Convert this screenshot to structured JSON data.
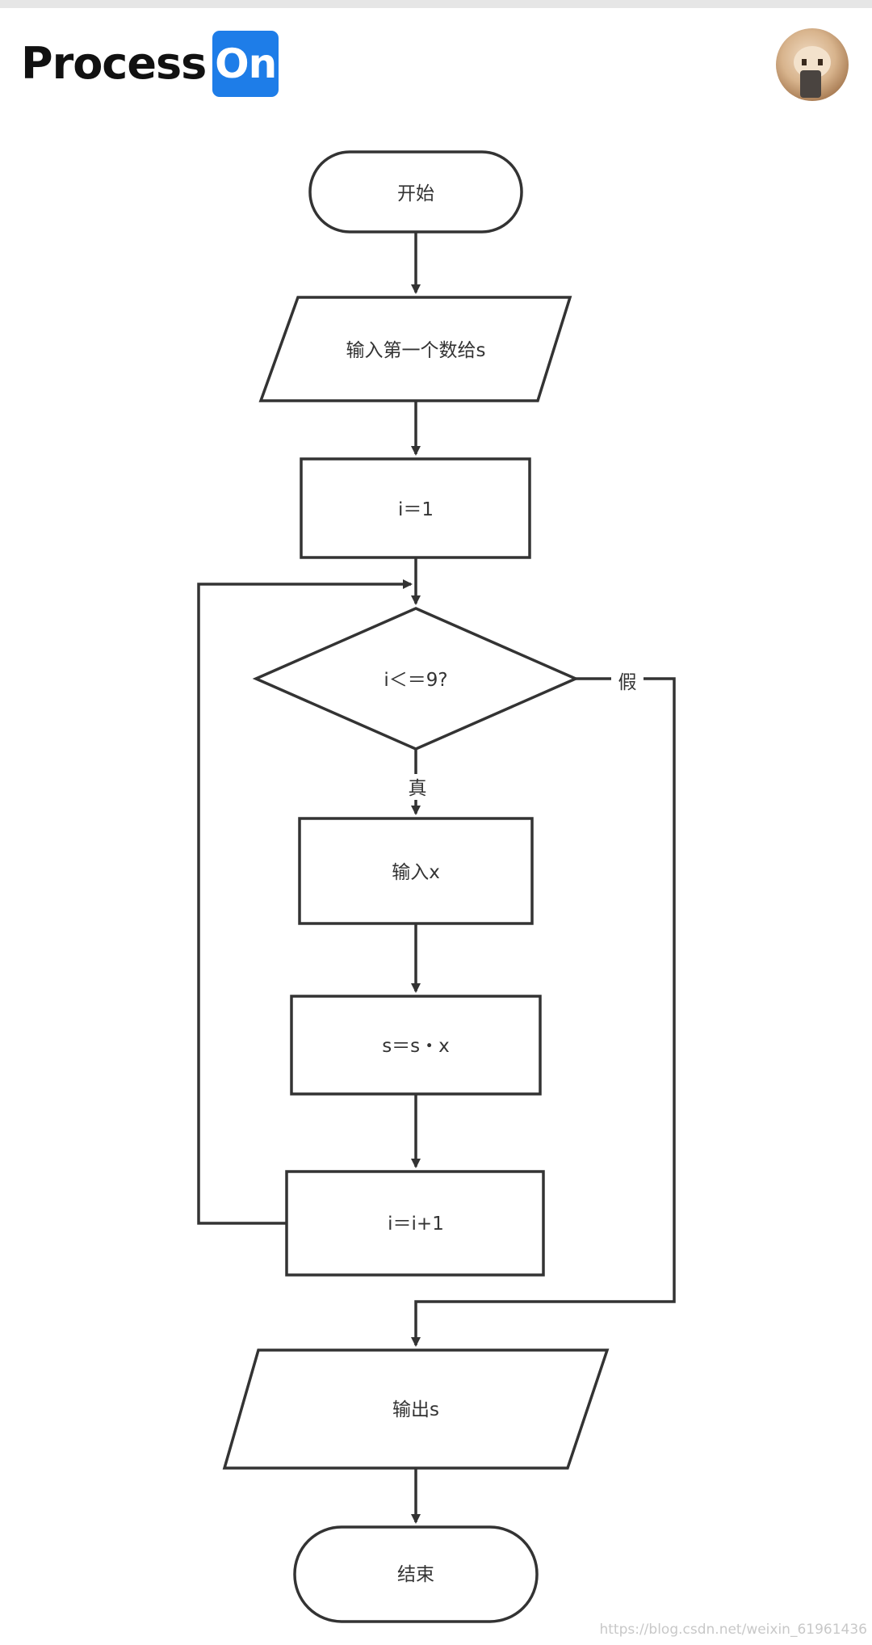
{
  "header": {
    "logo_text_process": "Process",
    "logo_text_on": "On",
    "avatar_label": "user-avatar"
  },
  "flowchart": {
    "start": "开始",
    "input_first": "输入第一个数给s",
    "init_i": "i＝1",
    "condition": "i＜＝9?",
    "label_false": "假",
    "label_true": "真",
    "input_x": "输入x",
    "multiply": "s＝s・x",
    "increment": "i＝i+1",
    "output": "输出s",
    "end": "结束"
  },
  "watermark": "https://blog.csdn.net/weixin_61961436",
  "colors": {
    "stroke": "#333333",
    "logo_blue": "#1e7de8"
  }
}
